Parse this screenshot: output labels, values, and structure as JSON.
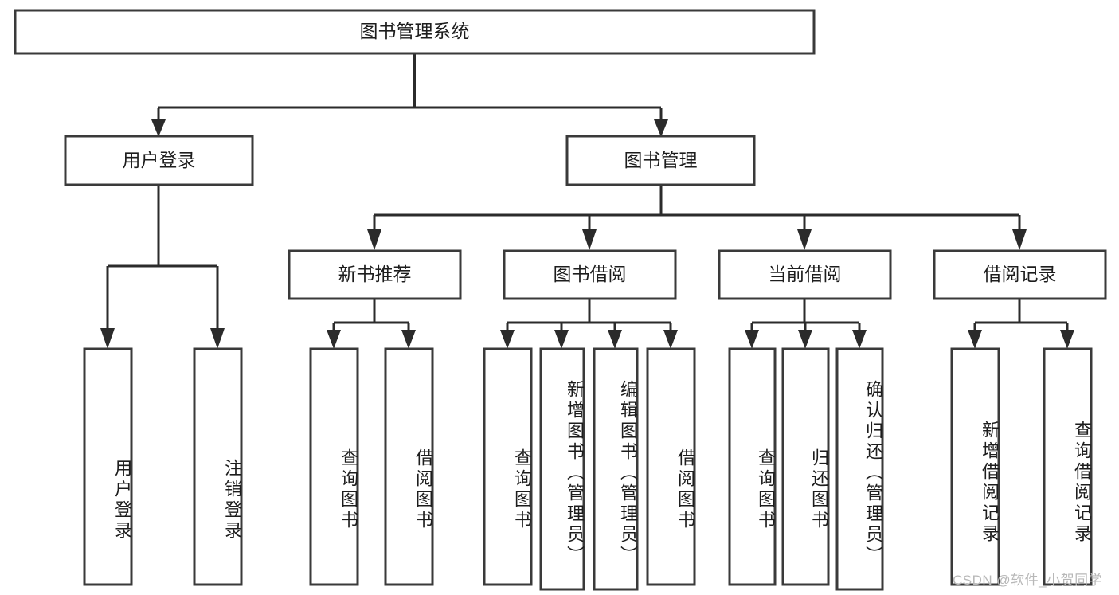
{
  "diagram": {
    "type": "tree-hierarchy-chart",
    "title": "图书管理系统",
    "watermark": "CSDN @软件_小贺同学",
    "colors": {
      "box_stroke": "#3a3a3a",
      "box_fill": "#ffffff",
      "connector": "#2b2b2b",
      "text": "#1d1d1d",
      "watermark": "#b8b8b8",
      "background": "#ffffff"
    },
    "levels": {
      "root": {
        "label": "图书管理系统"
      },
      "level2": [
        {
          "label": "用户登录"
        },
        {
          "label": "图书管理"
        }
      ],
      "level3": [
        {
          "label": "新书推荐"
        },
        {
          "label": "图书借阅"
        },
        {
          "label": "当前借阅"
        },
        {
          "label": "借阅记录"
        }
      ]
    },
    "groups": [
      {
        "parent": "用户登录",
        "leaves": [
          {
            "label": "用户登录"
          },
          {
            "label": "注销登录"
          }
        ]
      },
      {
        "parent": "新书推荐",
        "leaves": [
          {
            "label": "查询图书"
          },
          {
            "label": "借阅图书"
          }
        ]
      },
      {
        "parent": "图书借阅",
        "leaves": [
          {
            "label": "查询图书"
          },
          {
            "label": "新增图书（管理员）"
          },
          {
            "label": "编辑图书（管理员）"
          },
          {
            "label": "借阅图书"
          }
        ]
      },
      {
        "parent": "当前借阅",
        "leaves": [
          {
            "label": "查询图书"
          },
          {
            "label": "归还图书"
          },
          {
            "label": "确认归还（管理员）"
          }
        ]
      },
      {
        "parent": "借阅记录",
        "leaves": [
          {
            "label": "新增借阅记录"
          },
          {
            "label": "查询借阅记录"
          }
        ]
      }
    ],
    "nodes": {
      "root": "图书管理系统",
      "user_login": "用户登录",
      "book_manage": "图书管理",
      "new_book_rec": "新书推荐",
      "book_borrow": "图书借阅",
      "current_borrow": "当前借阅",
      "borrow_record": "借阅记录",
      "leaf_user_login": "用户登录",
      "leaf_logout": "注销登录",
      "leaf_query_book_1": "查询图书",
      "leaf_borrow_book_1": "借阅图书",
      "leaf_query_book_2": "查询图书",
      "leaf_add_book": "新增图书（管理员）",
      "leaf_edit_book": "编辑图书（管理员）",
      "leaf_borrow_book_2": "借阅图书",
      "leaf_query_book_3": "查询图书",
      "leaf_return_book": "归还图书",
      "leaf_confirm_return": "确认归还（管理员）",
      "leaf_add_record": "新增借阅记录",
      "leaf_query_record": "查询借阅记录"
    }
  }
}
